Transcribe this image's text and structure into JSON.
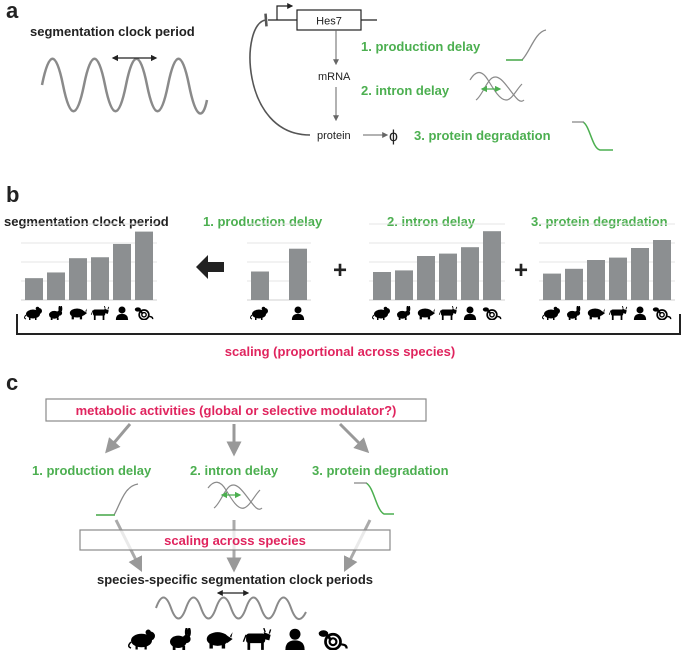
{
  "colors": {
    "green": "#4caf50",
    "pink": "#e0245e",
    "gray": "#8a8a8a",
    "dark": "#222222",
    "bar": "#8c8f91"
  },
  "panel_a": {
    "letter": "a",
    "title": "segmentation clock period",
    "gene": "Hes7",
    "mrna": "mRNA",
    "protein": "protein",
    "degradation_symbol": "ϕ",
    "steps": [
      "1. production delay",
      "2. intron delay",
      "3. protein degradation"
    ]
  },
  "panel_b": {
    "letter": "b",
    "plus_1": "+",
    "plus_2": "+",
    "scaling": "scaling (proportional across species)",
    "species_icons": [
      "mouse-icon",
      "rabbit-icon",
      "rhino-icon",
      "cow-icon",
      "human-icon",
      "snake-icon"
    ]
  },
  "panel_c": {
    "letter": "c",
    "metabolic": "metabolic activities (global or selective modulator?)",
    "steps": [
      "1. production delay",
      "2. intron delay",
      "3. protein degradation"
    ],
    "scaling": "scaling across species",
    "result": "species-specific segmentation clock periods",
    "species_icons": [
      "mouse-icon",
      "rabbit-icon",
      "rhino-icon",
      "cow-icon",
      "human-icon",
      "snake-icon"
    ]
  },
  "chart_data": [
    {
      "type": "bar",
      "title": "segmentation clock period",
      "categories": [
        "mouse",
        "rabbit",
        "rhinoceros",
        "cattle",
        "human",
        "marmoset"
      ],
      "values": [
        2.3,
        2.9,
        4.4,
        4.5,
        5.9,
        7.2
      ]
    },
    {
      "type": "bar",
      "title": "1. production delay",
      "categories": [
        "mouse",
        "human"
      ],
      "values": [
        3.0,
        5.4
      ]
    },
    {
      "type": "bar",
      "title": "2. intron delay",
      "categories": [
        "mouse",
        "rabbit",
        "rhinoceros",
        "cattle",
        "human",
        "marmoset"
      ],
      "values": [
        3.5,
        3.7,
        5.5,
        5.8,
        6.6,
        8.6
      ]
    },
    {
      "type": "bar",
      "title": "3. protein degradation",
      "categories": [
        "mouse",
        "rabbit",
        "rhinoceros",
        "cattle",
        "human",
        "marmoset"
      ],
      "values": [
        3.3,
        3.9,
        5.0,
        5.3,
        6.5,
        7.5
      ]
    }
  ]
}
